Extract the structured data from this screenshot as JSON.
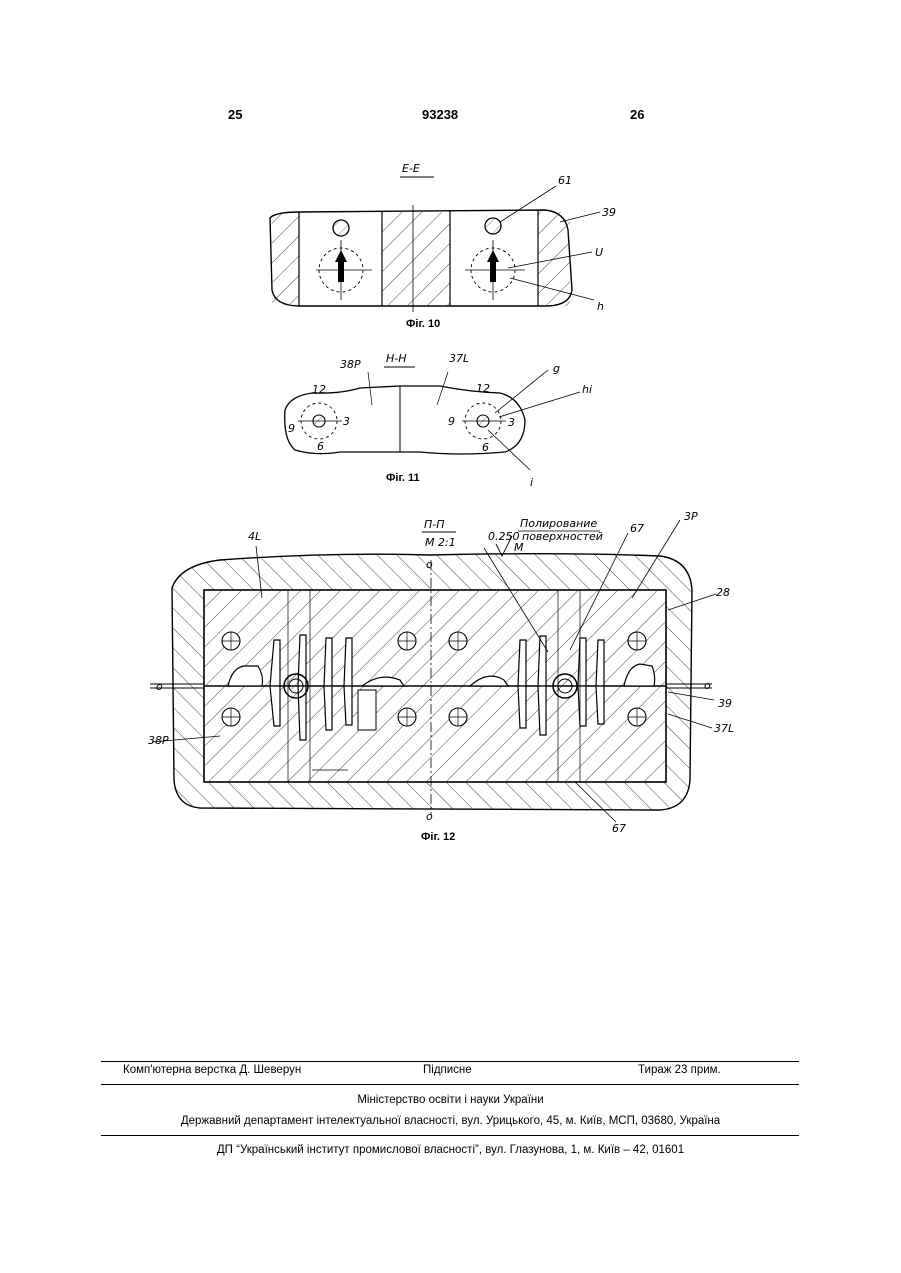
{
  "header": {
    "left_page": "25",
    "patent_number": "93238",
    "right_page": "26"
  },
  "figures": {
    "fig10": {
      "section_label": "E-E",
      "caption": "Фіг. 10",
      "callouts": [
        "61",
        "39",
        "U",
        "h"
      ]
    },
    "fig11": {
      "section_label": "H-H",
      "caption": "Фіг. 11",
      "callouts": [
        "38P",
        "37L",
        "g",
        "hi",
        "i"
      ],
      "dial_left": [
        "12",
        "3",
        "6",
        "9"
      ],
      "dial_right": [
        "12",
        "3",
        "6",
        "9"
      ]
    },
    "fig12": {
      "section_label": "П-П",
      "scale_label": "M 2:1",
      "note_line1": "Полирование",
      "note_line2": "поверхностей",
      "roughness": "0.250",
      "roughness_mark": "M",
      "caption": "Фіг. 12",
      "callouts": [
        "4L",
        "67",
        "3P",
        "28",
        "o",
        "o",
        "39",
        "37L",
        "38P",
        "67",
        "o",
        "o"
      ]
    }
  },
  "footer": {
    "typesetting": "Комп'ютерна верстка Д. Шеверун",
    "signed": "Підписне",
    "circulation": "Тираж 23 прим.",
    "ministry": "Міністерство освіти і науки України",
    "department": "Державний департамент інтелектуальної власності, вул. Урицького, 45, м. Київ, МСП, 03680, Україна",
    "institute": "ДП “Український інститут промислової власності”, вул. Глазунова, 1, м. Київ – 42, 01601"
  }
}
